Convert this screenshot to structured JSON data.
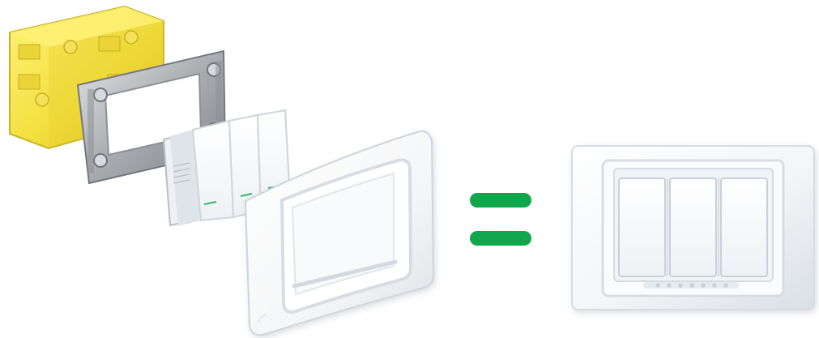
{
  "scene": {
    "left_group": "exploded-switch-assembly",
    "right_group": "assembled-switch-plate",
    "operator": "equals-sign",
    "colors": {
      "background": "#ffffff",
      "backbox_yellow": "#f2df3d",
      "backbox_shadow": "#d7c022",
      "frame_metal": "#a9acaf",
      "frame_metal_dark": "#8e9195",
      "plate_white": "#f7f7f7",
      "plate_shadow": "#d9dde2",
      "rocker_white": "#fbfbfb",
      "rocker_edge": "#cfd5db",
      "indicator_green": "#2fb86a",
      "equals_green": "#10a64c"
    }
  }
}
